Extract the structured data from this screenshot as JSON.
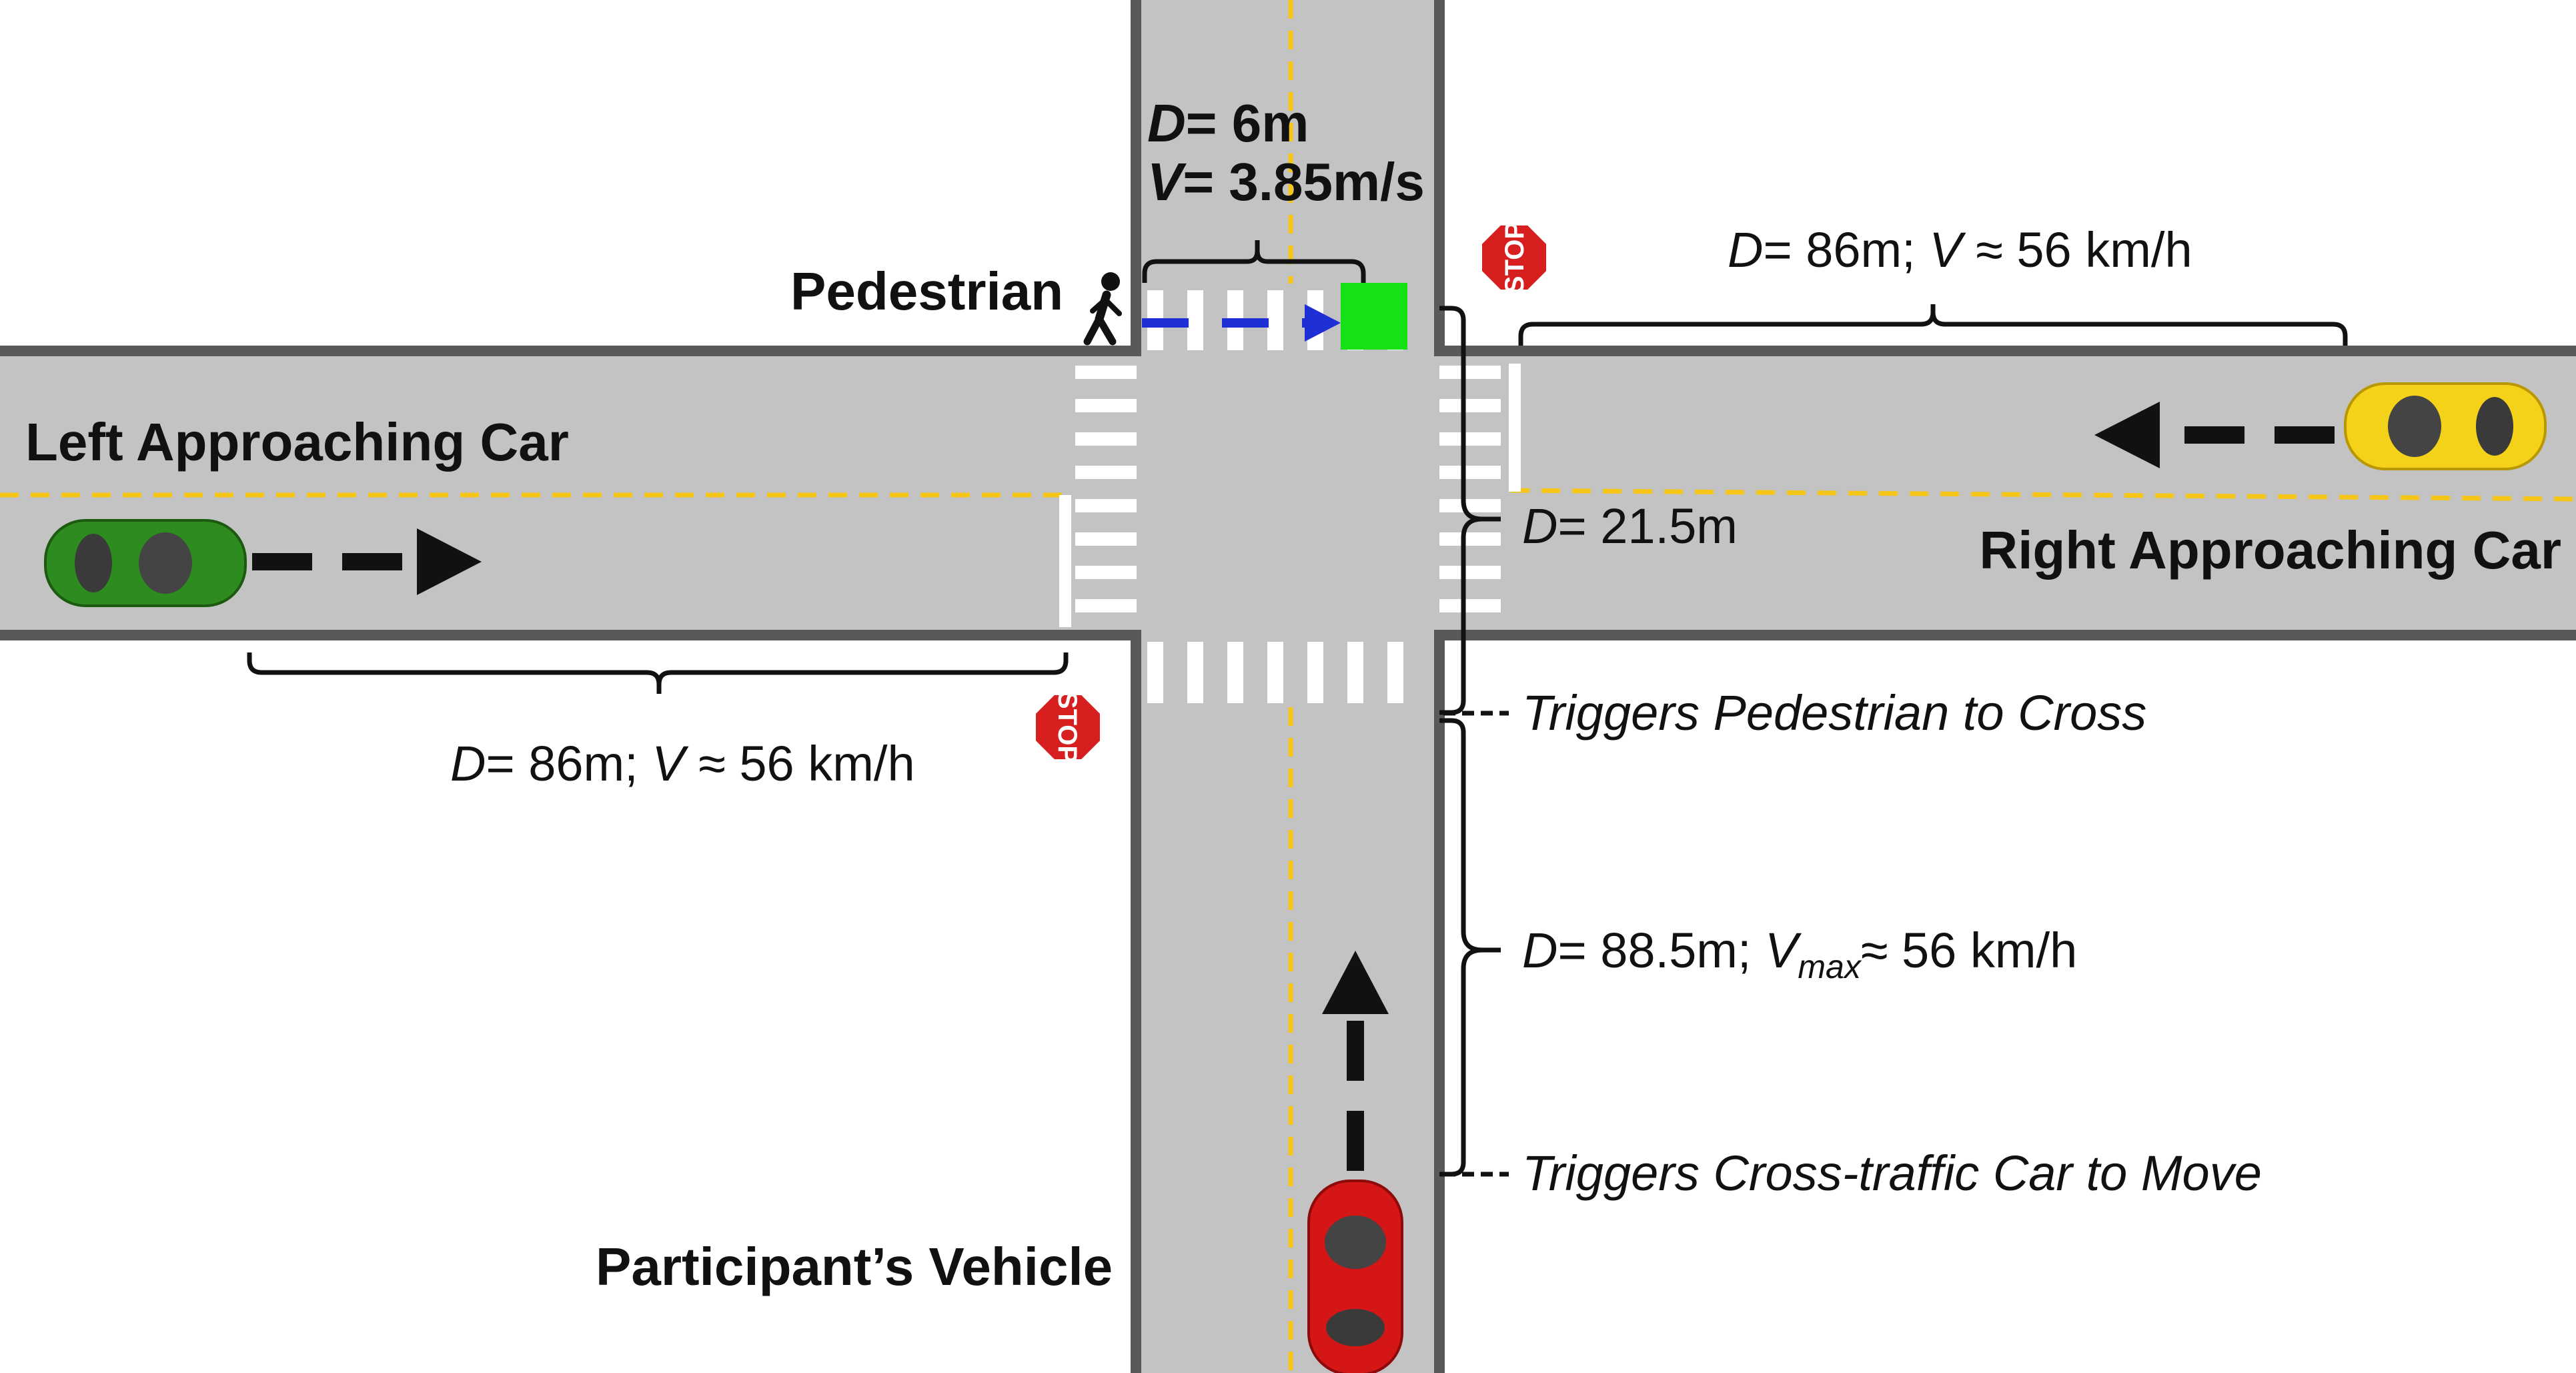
{
  "labels": {
    "left_car": "Left Approaching Car",
    "right_car": "Right Approaching Car",
    "pedestrian": "Pedestrian",
    "participant": "Participant’s Vehicle",
    "stop": "STOP"
  },
  "measures": {
    "ped_d": {
      "var": "D",
      "text": "= 6m"
    },
    "ped_v": {
      "var": "V",
      "text": "= 3.85m/s"
    },
    "right_d": {
      "var1": "D",
      "mid": "= 86m; ",
      "var2": "V",
      "end": " ≈ 56 km/h"
    },
    "left_d": {
      "var1": "D",
      "mid": "= 86m; ",
      "var2": "V",
      "end": " ≈ 56 km/h"
    },
    "cross_d": {
      "var": "D",
      "text": "= 21.5m"
    },
    "approach_d": {
      "var1": "D",
      "mid": "= 88.5m; ",
      "var2": "V",
      "sub": "max",
      "end": "≈ 56 km/h"
    }
  },
  "triggers": {
    "pedestrian": "Triggers Pedestrian to Cross",
    "cross_traffic": "Triggers Cross-traffic Car to Move"
  },
  "colors": {
    "road": "#c3c3c3",
    "curb": "#595959",
    "center_line": "#f5c518",
    "left_car": "#2e8b1f",
    "right_car": "#f5d21a",
    "participant_car": "#d41616",
    "pedestrian_path": "#1f2fd6",
    "pedestrian_target": "#16e016",
    "stop_sign": "#d81f1f"
  },
  "icons": {
    "pedestrian": "walking-person-icon",
    "stop": "stop-sign-icon"
  }
}
